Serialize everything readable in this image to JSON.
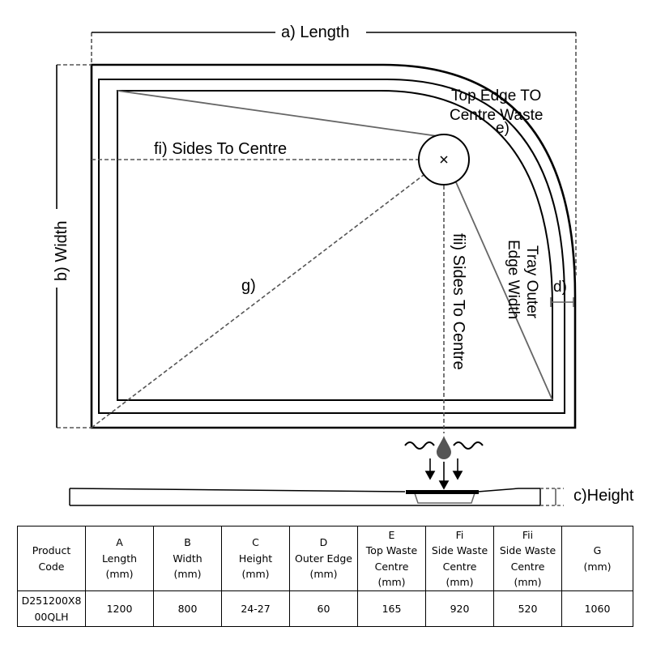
{
  "labels": {
    "length": "a) Length",
    "width": "b) Width",
    "height": "c)Height",
    "outer_edge_letter": "d)",
    "outer_edge_line1": "Tray Outer",
    "outer_edge_line2": "Edge Width",
    "top_waste_letter": "e)",
    "top_waste_line1": "Top Edge TO",
    "top_waste_line2": "Centre Waste",
    "sides_centre_fi": "fi) Sides To Centre",
    "sides_centre_fii": "fii) Sides To Centre",
    "diagonal": "g)"
  },
  "table": {
    "headers": [
      [
        "Product",
        "Code"
      ],
      [
        "A",
        "Length",
        "(mm)"
      ],
      [
        "B",
        "Width",
        "(mm)"
      ],
      [
        "C",
        "Height",
        "(mm)"
      ],
      [
        "D",
        "Outer Edge",
        "(mm)"
      ],
      [
        "E",
        "Top Waste",
        "Centre",
        "(mm)"
      ],
      [
        "Fi",
        "Side Waste",
        "Centre",
        "(mm)"
      ],
      [
        "Fii",
        "Side Waste",
        "Centre",
        "(mm)"
      ],
      [
        "G",
        "(mm)"
      ]
    ],
    "row": [
      [
        "D251200X8",
        "00QLH"
      ],
      [
        "1200"
      ],
      [
        "800"
      ],
      [
        "24-27"
      ],
      [
        "60"
      ],
      [
        "165"
      ],
      [
        "920"
      ],
      [
        "520"
      ],
      [
        "1060"
      ]
    ]
  },
  "icons": [
    "waste-drop-icon",
    "water-wave-icon",
    "down-arrow-icon",
    "centre-cross-icon"
  ]
}
